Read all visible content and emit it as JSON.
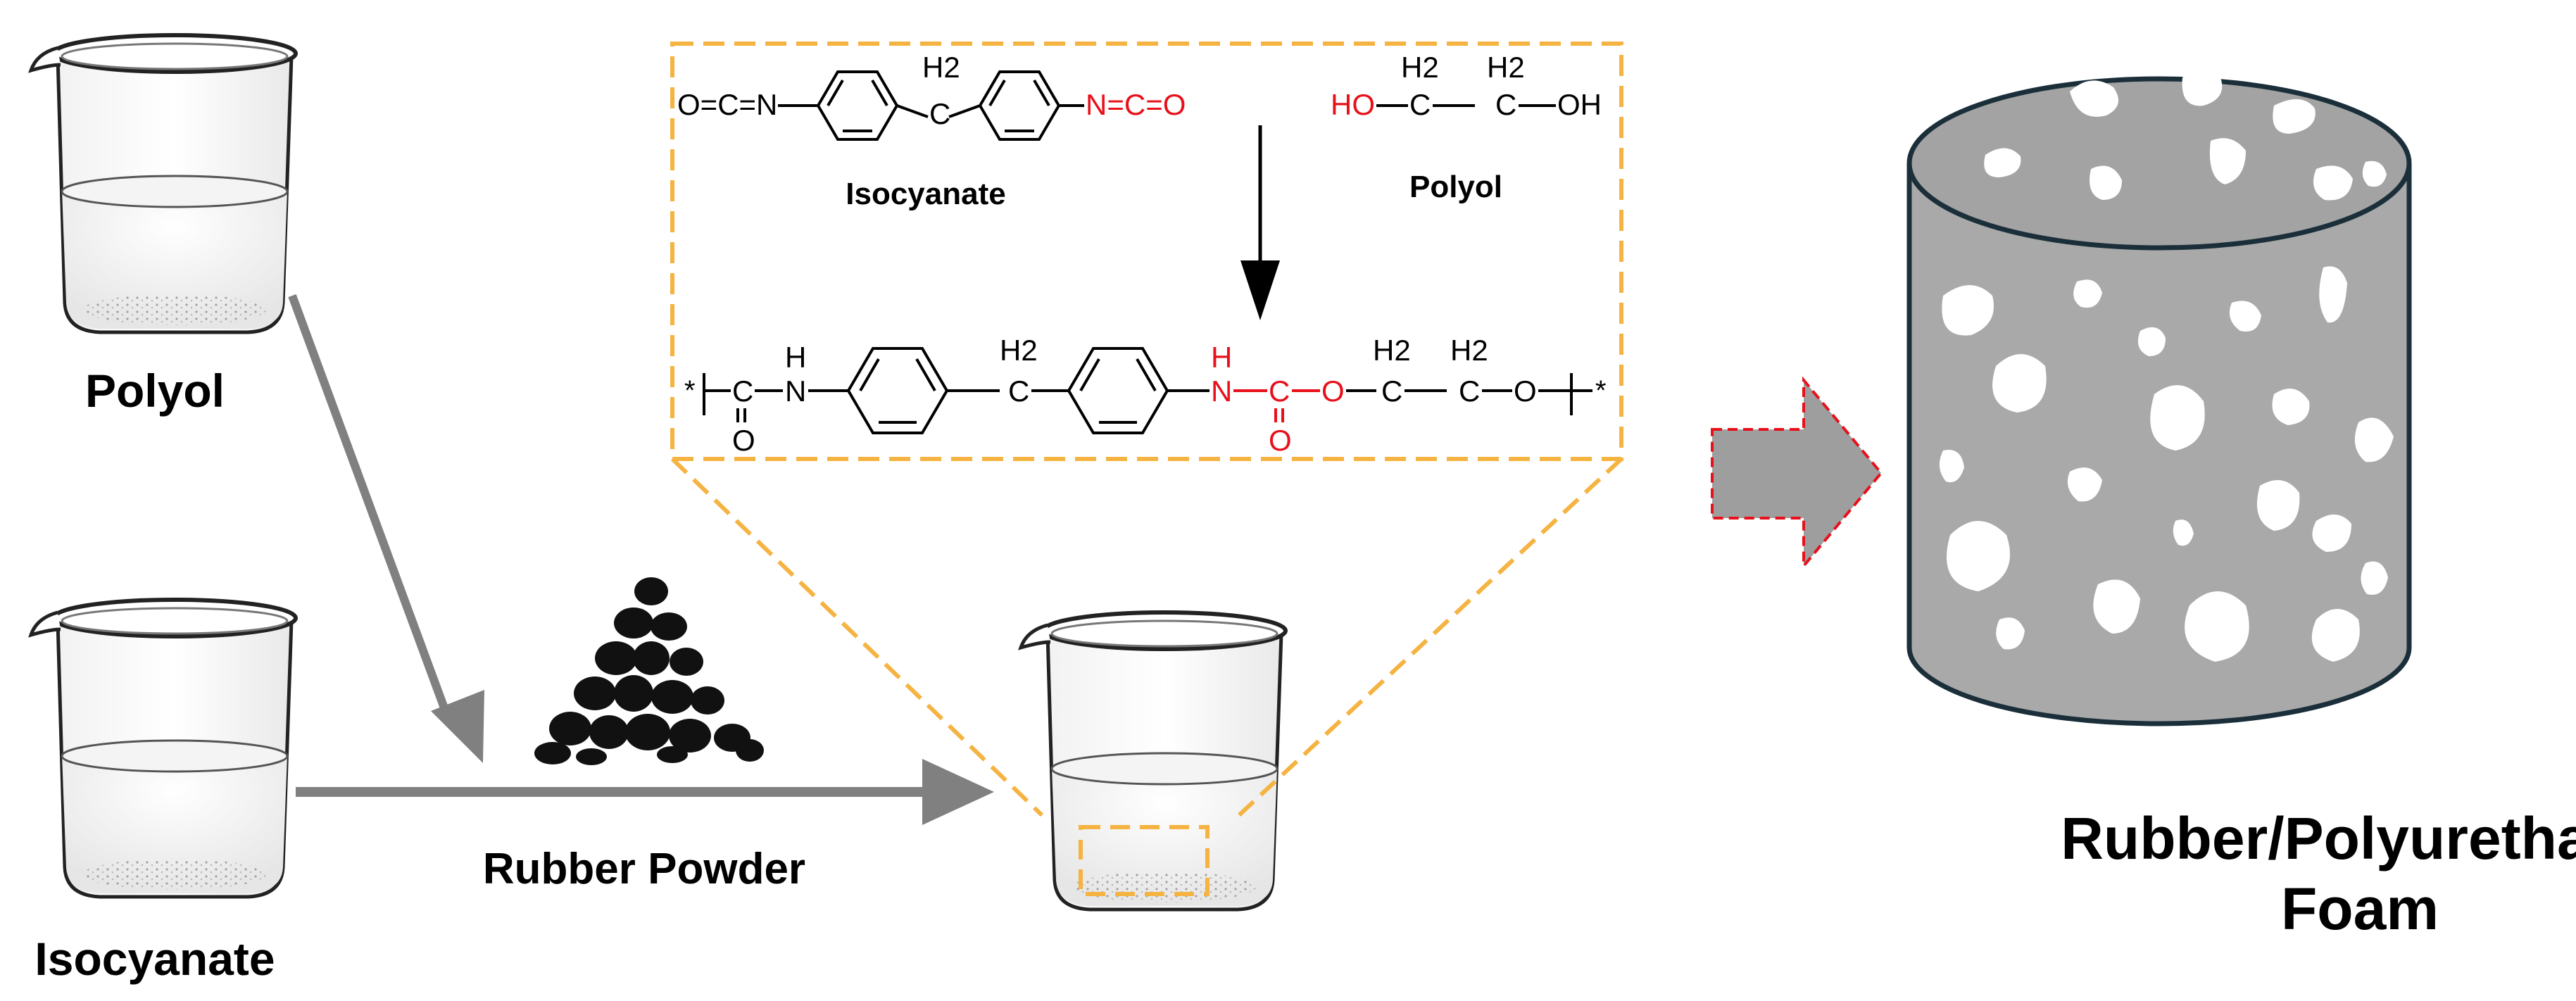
{
  "labels": {
    "polyol_beaker": "Polyol",
    "isocyanate_beaker": "Isocyanate",
    "rubber_powder": "Rubber Powder",
    "foam_line1": "Rubber/Polyurethane",
    "foam_line2": "Foam"
  },
  "reaction": {
    "isocyanate_name": "Isocyanate",
    "polyol_name": "Polyol",
    "isocyanate_left_group": "O=C=N",
    "isocyanate_right_group": "N=C=O",
    "h2": "H2",
    "ho": "HO",
    "oh": "OH",
    "c": "C",
    "n": "N",
    "h": "H",
    "o": "O",
    "star": "*"
  },
  "colors": {
    "arrow_gray": "#808080",
    "highlight_red": "#e8101a",
    "zoom_orange": "#f5b342",
    "foam_gray": "#a9a9a9",
    "foam_outline": "#1b2f3a"
  }
}
